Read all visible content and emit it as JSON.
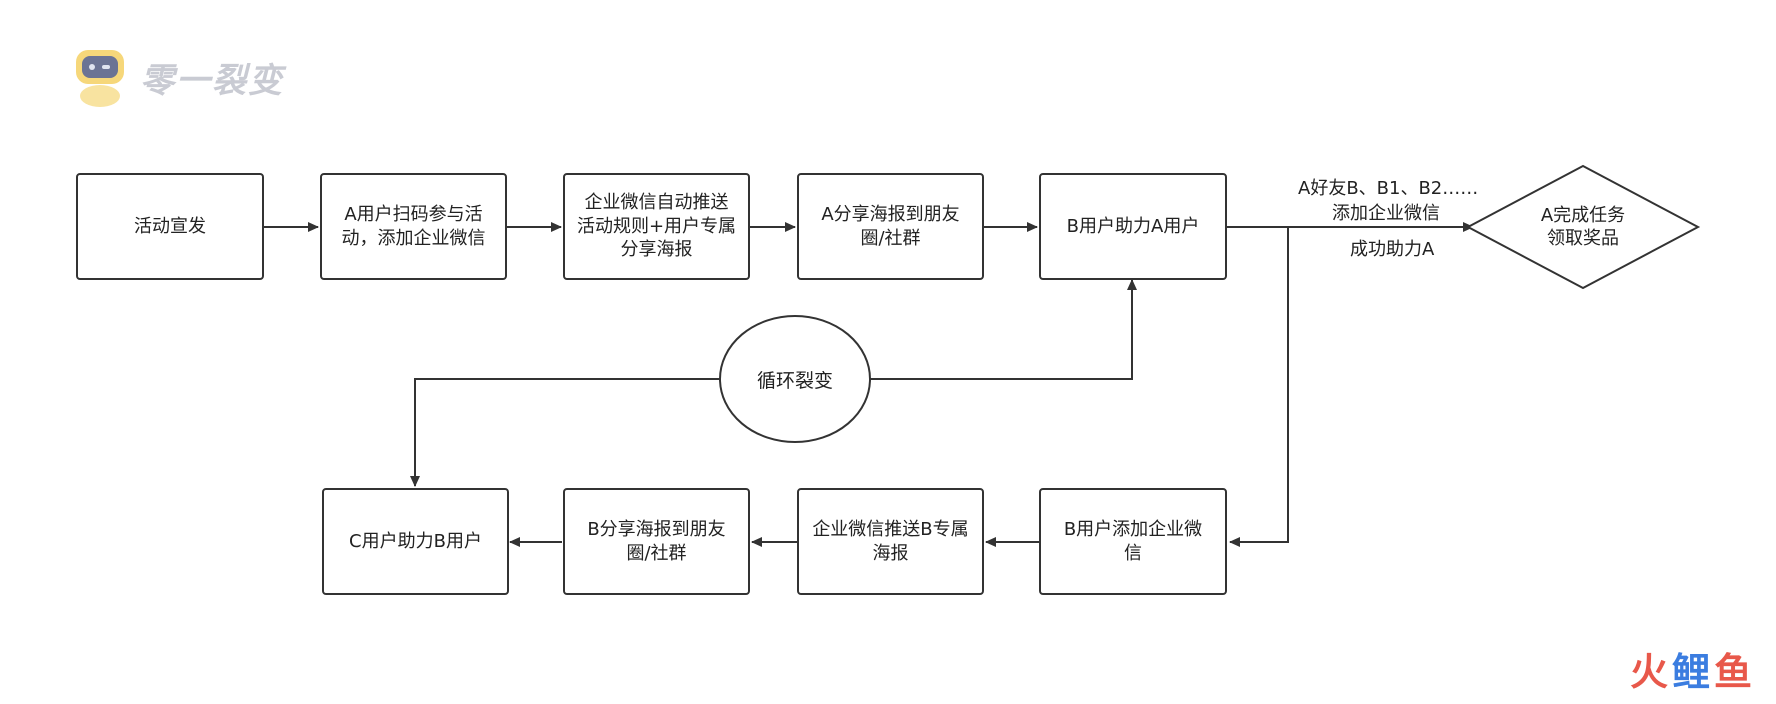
{
  "brand": {
    "logo_text": "零一裂变",
    "logo_icon": "robot-icon"
  },
  "watermark": {
    "part1": "火",
    "part2": "鲤",
    "part3": "鱼"
  },
  "nodes": {
    "n1": "活动宣发",
    "n2a": "A用户扫码参与活",
    "n2b": "动，添加企业微信",
    "n3a": "企业微信自动推送",
    "n3b": "活动规则+用户专属",
    "n3c": "分享海报",
    "n4a": "A分享海报到朋友",
    "n4b": "圈/社群",
    "n5": "B用户助力A用户",
    "d1a": "A完成任务",
    "d1b": "领取奖品",
    "c1": "循环裂变",
    "m1a": "B用户添加企业微",
    "m1b": "信",
    "m2a": "企业微信推送B专属",
    "m2b": "海报",
    "m3a": "B分享海报到朋友",
    "m3b": "圈/社群",
    "m4": "C用户助力B用户"
  },
  "edge_labels": {
    "e1a": "A好友B、B1、B2……",
    "e1b": "添加企业微信",
    "e1c": "成功助力A"
  },
  "colors": {
    "stroke": "#333333",
    "logo": "#c9cbd3",
    "wm_red": "#e8584a",
    "wm_blue": "#3b7de0"
  }
}
